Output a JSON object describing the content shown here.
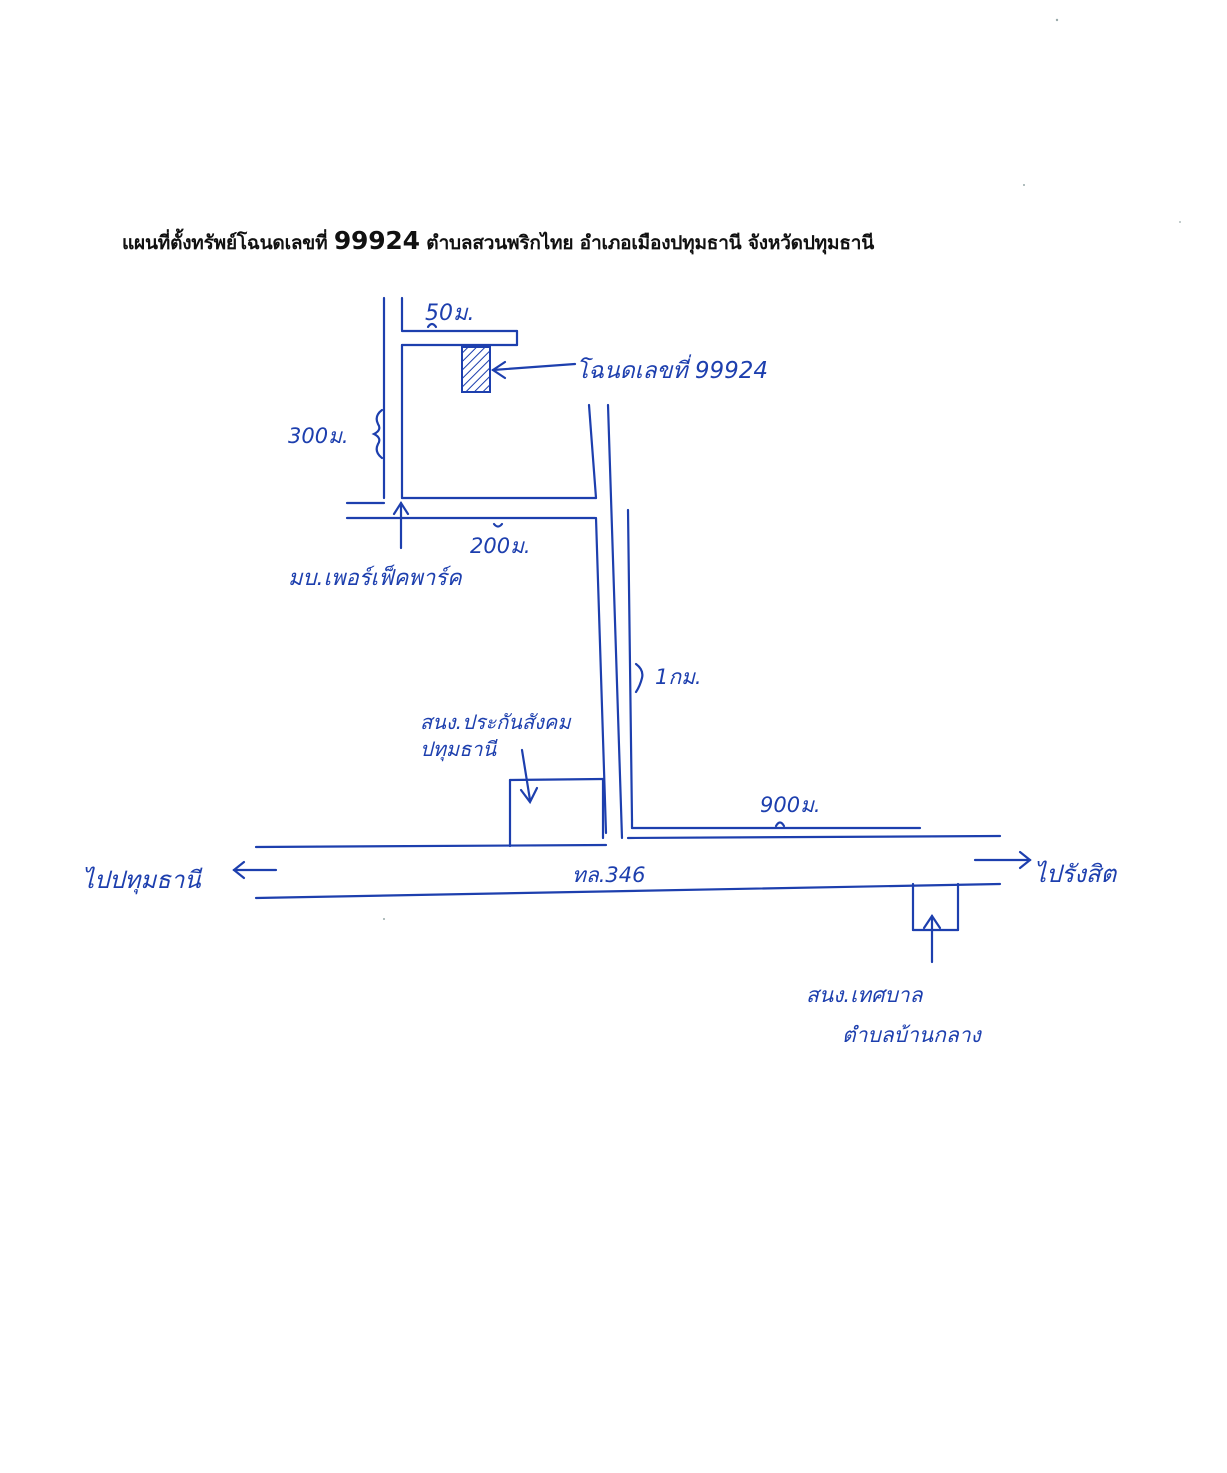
{
  "title": {
    "prefix": "แผนที่ตั้งทรัพย์โฉนดเลขที่",
    "deed_number": "99924",
    "suffix": "ตำบลสวนพริกไทย อำเภอเมืองปทุมธานี จังหวัดปทุมธานี"
  },
  "map": {
    "colors": {
      "ink": "#1d3fae",
      "title": "#111111",
      "background": "#ffffff"
    },
    "labels": {
      "dist_50m": "50ม.",
      "deed_label": "โฉนดเลขที่ 99924",
      "dist_300m": "300ม.",
      "dist_200m": "200ม.",
      "village": "มบ.เพอร์เฟ็คพาร์ค",
      "dist_1km": "1กม.",
      "insurance_office_line1": "สนง.ประกันสังคม",
      "insurance_office_line2": "ปทุมธานี",
      "dist_900m": "900ม.",
      "to_pathum": "ไปปทุมธานี",
      "highway": "ทล.346",
      "to_rangsit": "ไปรังสิต",
      "municipality_line1": "สนง.เทศบาล",
      "municipality_line2": "ตำบลบ้านกลาง"
    }
  }
}
